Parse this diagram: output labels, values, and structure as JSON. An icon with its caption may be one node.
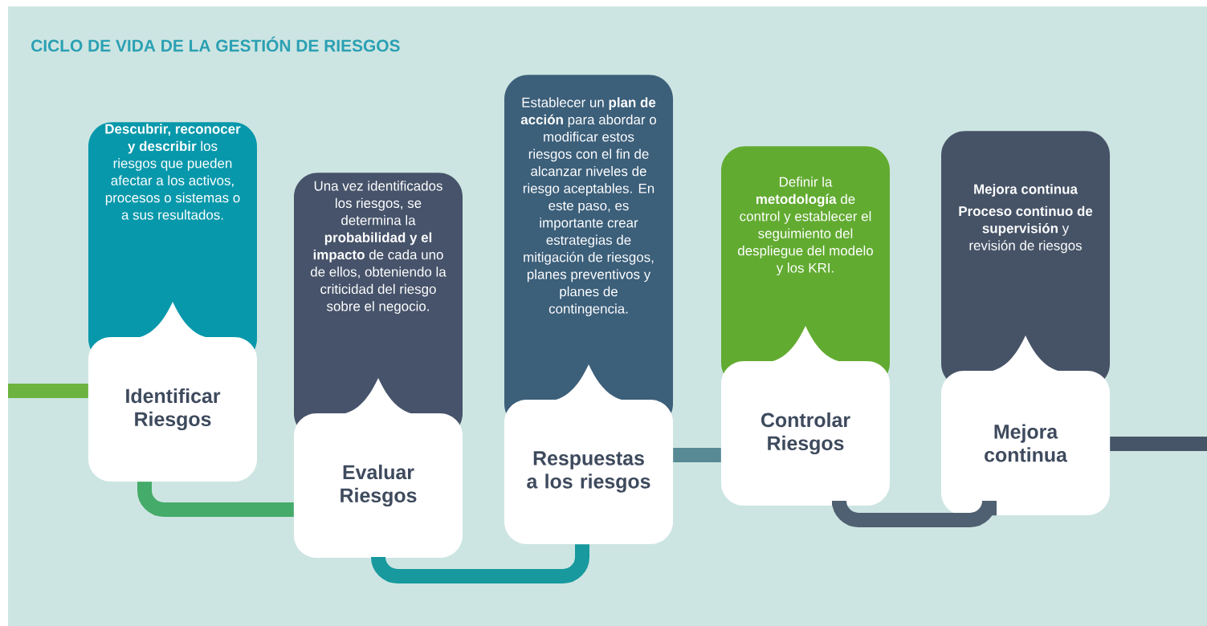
{
  "diagram": {
    "title": "CICLO DE VIDA DE LA GESTIÓN DE RIESGOS",
    "nodes": [
      {
        "text": [
          "**Descubrir, reconocer y describir** los riesgos que pueden afectar a los activos, procesos o sistemas o a sus resultados."
        ]
      },
      {
        "text": [
          "Identificar Riesgos"
        ]
      },
      {
        "text": [
          "Una vez identificados los riesgos, se determina la **probabilidad y el impacto** de cada uno de ellos, obteniendo la criticidad del riesgo sobre el negocio."
        ]
      },
      {
        "text": [
          "Evaluar Riesgos"
        ]
      },
      {
        "text": [
          "Establecer un **plan de acción** para abordar o modificar estos riesgos con el fin de alcanzar niveles de riesgo aceptables. En este paso, es importante crear estrategias de mitigación de riesgos, planes preventivos y planes de contingencia."
        ]
      },
      {
        "text": [
          "Respuestas a los riesgos"
        ]
      },
      {
        "text": [
          "Definir la **metodología** de control y establecer el seguimiento del despliegue del modelo y los KRI."
        ]
      },
      {
        "text": [
          "Controlar Riesgos"
        ]
      },
      {
        "text": [
          "Mejora continua",
          "**Proceso continuo de supervisión** y revisión de riesgos"
        ]
      },
      {
        "text": [
          "Mejora continua"
        ]
      }
    ],
    "edges": [
      {
        "from": null,
        "to": 1,
        "arrow": "none",
        "color": "#6cb33f"
      },
      {
        "from": 1,
        "to": 3,
        "arrow": "none",
        "color": "#45ab6a"
      },
      {
        "from": 3,
        "to": 5,
        "arrow": "none",
        "color": "#17999e"
      },
      {
        "from": 5,
        "to": 7,
        "arrow": "none",
        "color": "#578a94"
      },
      {
        "from": 7,
        "to": 9,
        "arrow": "none",
        "color": "#4f6072"
      },
      {
        "from": 9,
        "to": null,
        "arrow": "none",
        "color": "#475569"
      }
    ]
  }
}
